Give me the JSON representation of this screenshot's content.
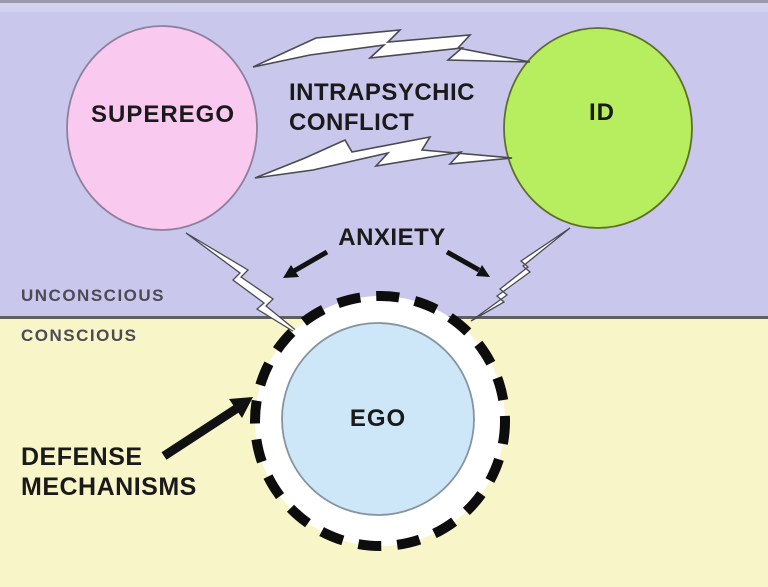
{
  "diagram": {
    "regions": {
      "unconscious": "UNCONSCIOUS",
      "conscious": "CONSCIOUS"
    },
    "nodes": {
      "superego": "SUPEREGO",
      "id": "ID",
      "ego": "EGO"
    },
    "annotations": {
      "conflict_line1": "INTRAPSYCHIC",
      "conflict_line2": "CONFLICT",
      "anxiety": "ANXIETY",
      "defense_line1": "DEFENSE",
      "defense_line2": "MECHANISMS"
    }
  },
  "colors": {
    "unconscious_bg": "#c9c7ec",
    "unconscious_bg_light": "#dbd8f4",
    "top_border": "#9b98aa",
    "conscious_bg": "#f8f5c9",
    "divider": "#5f5f5f",
    "superego_fill": "#f9c9f0",
    "superego_stroke": "#8d809c",
    "id_fill": "#b7ee60",
    "id_stroke": "#5f6f2a",
    "ego_fill": "#cde7f8",
    "ego_stroke": "#8594a0",
    "ring_fill": "#ffffff",
    "ring_dash": "#0d0d0d",
    "bolt_fill": "#ffffff",
    "bolt_stroke": "#4a4a52",
    "arrow": "#111111",
    "node_text": "#1a1a1a",
    "region_text": "#4b4b55"
  }
}
